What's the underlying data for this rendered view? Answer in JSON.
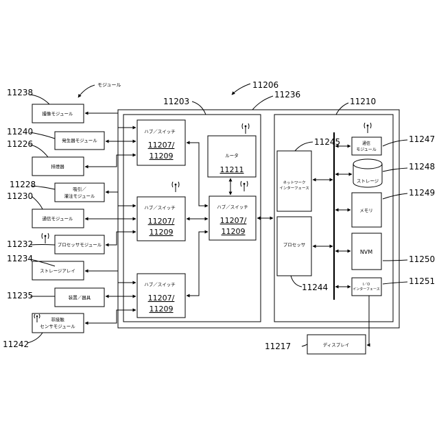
{
  "labels": {
    "module": "モジュール",
    "n11238": "11238",
    "n11240": "11240",
    "n11226": "11226",
    "n11228": "11228",
    "n11230": "11230",
    "n11232": "11232",
    "n11234": "11234",
    "n11235": "11235",
    "n11242": "11242",
    "n11203": "11203",
    "n11206": "11206",
    "n11236": "11236",
    "n11210": "11210",
    "n11245": "11245",
    "n11247": "11247",
    "n11248": "11248",
    "n11249": "11249",
    "n11250": "11250",
    "n11251": "11251",
    "n11244": "11244",
    "n11217": "11217"
  },
  "modules": {
    "imaging": "撮像モジュール",
    "generator": "発生器モジュール",
    "smoke": "排煙器",
    "suction1": "吸引／",
    "suction2": "灌注モジュール",
    "comm": "通信モジュール",
    "processor": "プロセッサモジュール",
    "storage_array": "ストレージアレイ",
    "devices": "装置／器具",
    "noncontact1": "非接触",
    "noncontact2": "センサモジュール"
  },
  "hub": {
    "switch_label": "ハブ／スイッチ",
    "switch_id1": "11207/",
    "switch_id2": "11209",
    "router_label": "ルータ",
    "router_id": "11211"
  },
  "computer": {
    "network1": "ネットワーク",
    "network2": "インターフェース",
    "processor": "プロセッサ",
    "comm1": "通信",
    "comm2": "モジュール",
    "storage": "ストレージ",
    "memory": "メモリ",
    "nvm": "NVM",
    "io1": "I／O",
    "io2": "インターフェース",
    "display": "ディスプレイ"
  }
}
